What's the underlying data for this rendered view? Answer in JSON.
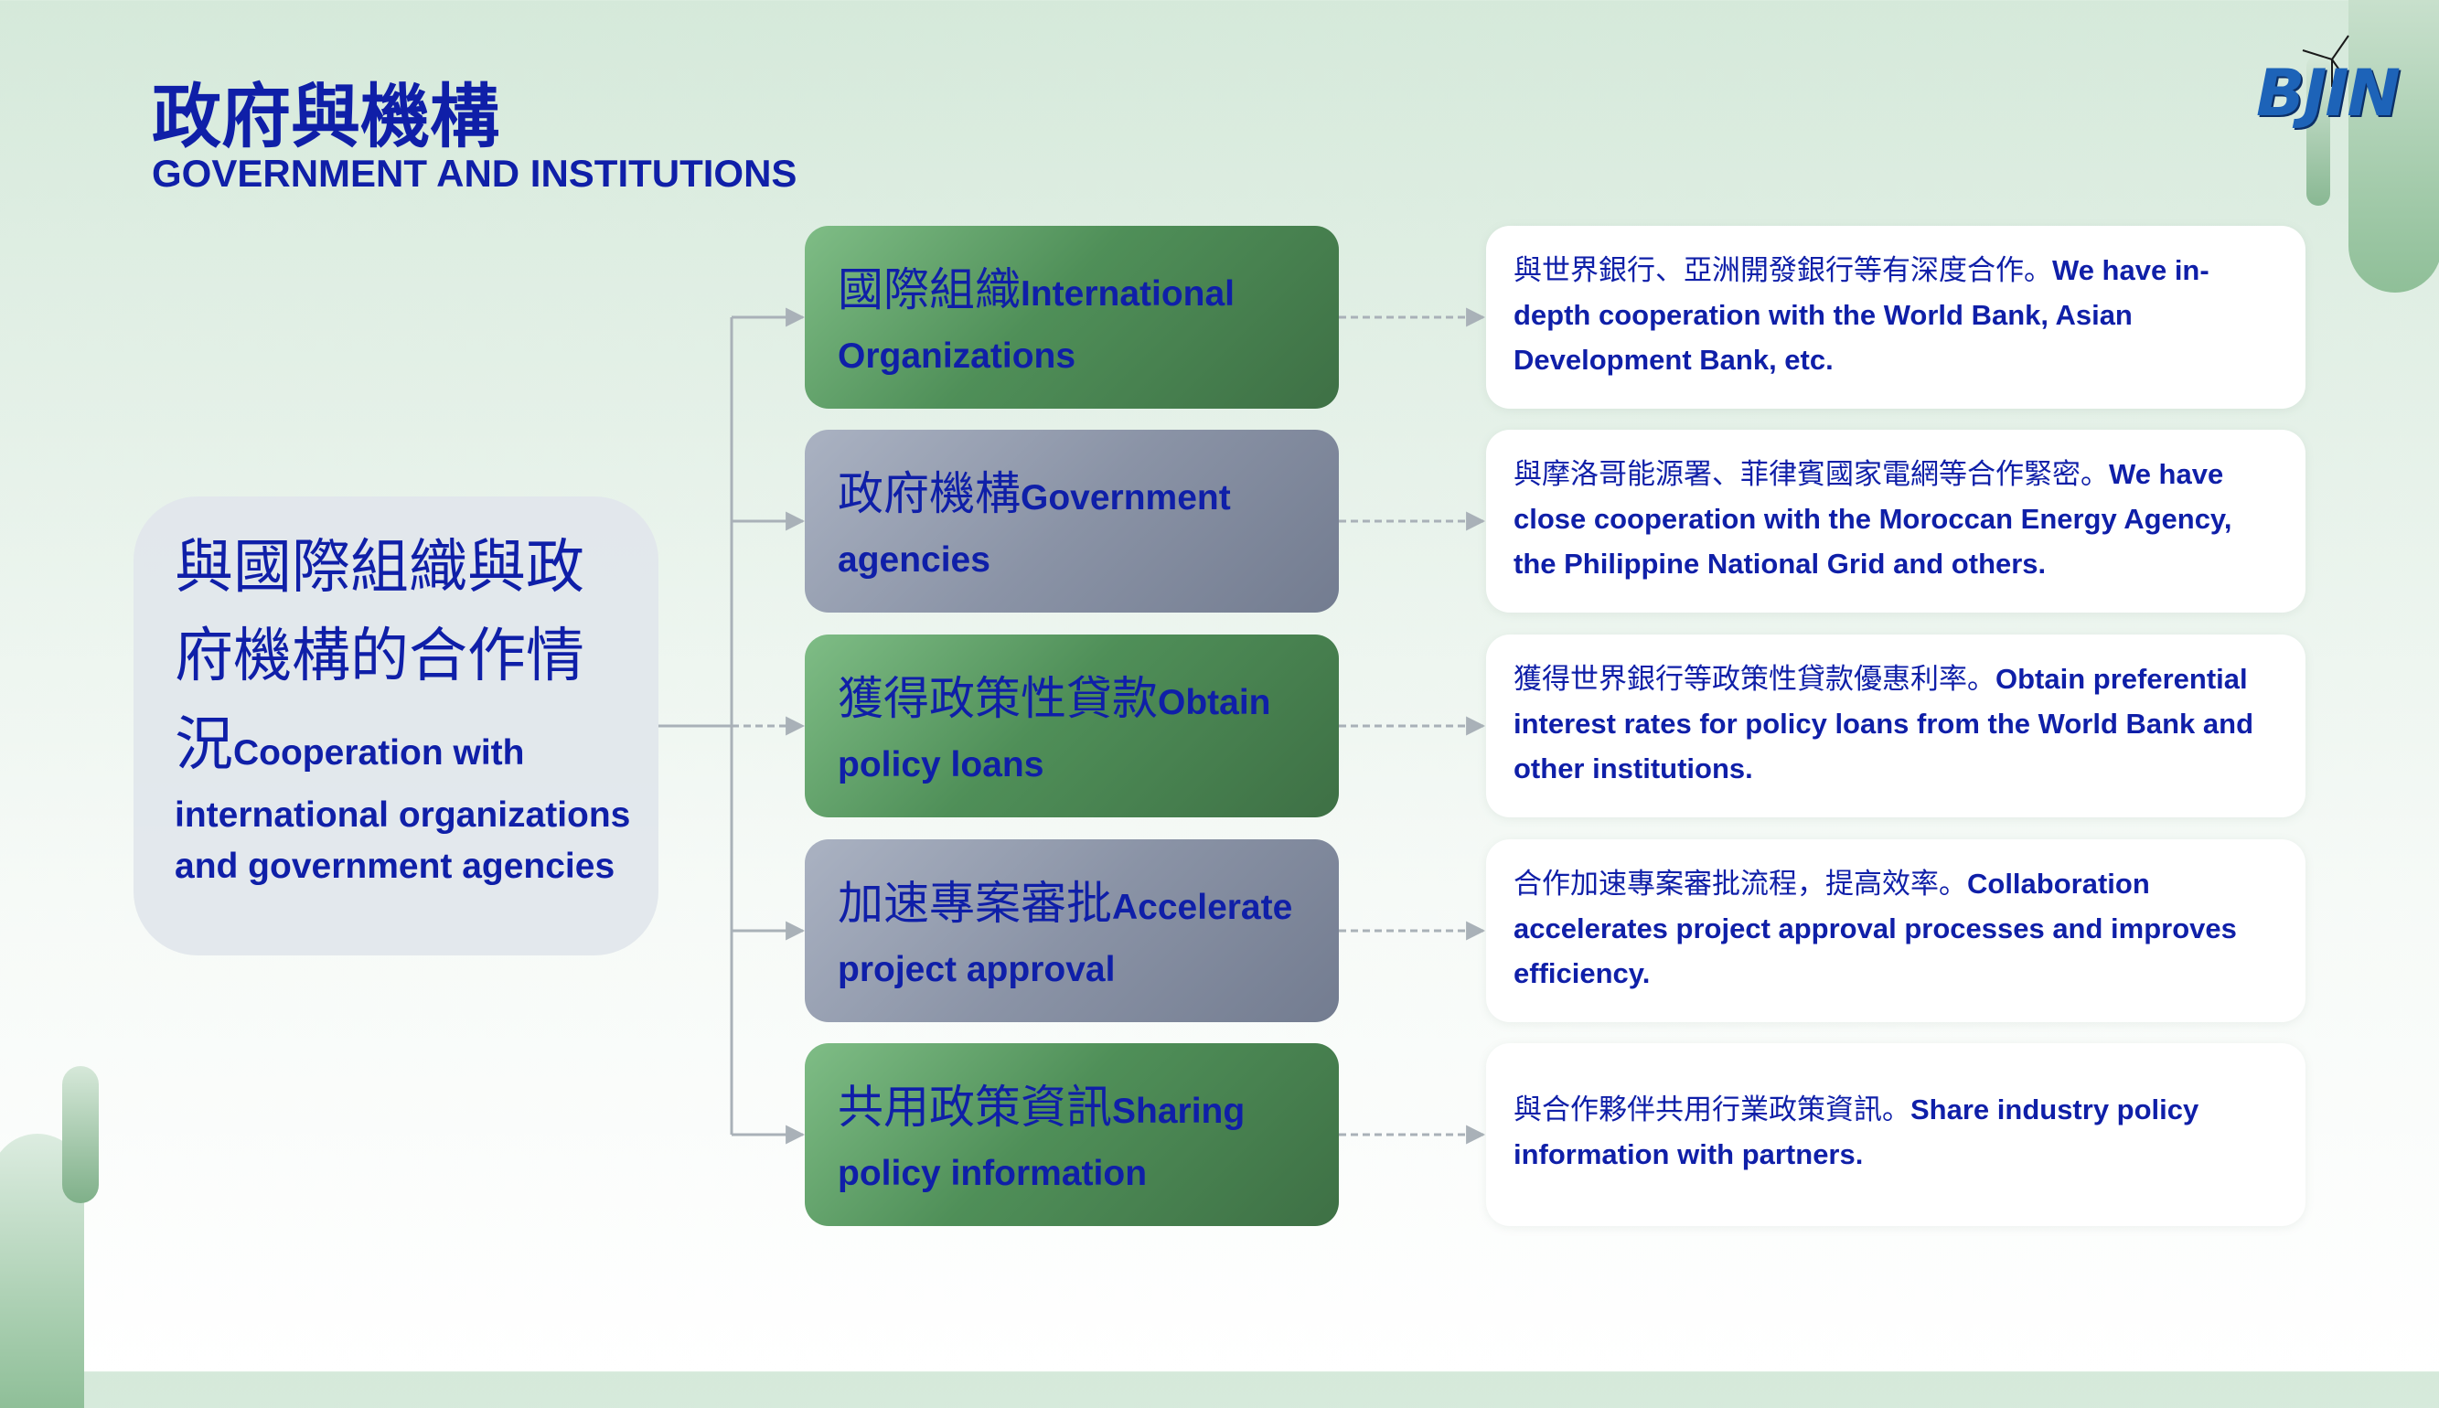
{
  "logo": {
    "text": "BJIN"
  },
  "title": {
    "zh": "政府與機構",
    "en": "GOVERNMENT AND INSTITUTIONS"
  },
  "center": {
    "zh": "與國際組織與政府機構的合作情況",
    "en": "Cooperation with international organizations and government agencies"
  },
  "items": [
    {
      "zh": "國際組織",
      "en": "International Organizations",
      "desc_zh": "與世界銀行、亞洲開發銀行等有深度合作。",
      "desc_en": "We have in-depth cooperation with the World Bank, Asian Development Bank, etc."
    },
    {
      "zh": "政府機構",
      "en": "Government agencies",
      "desc_zh": "與摩洛哥能源署、菲律賓國家電網等合作緊密。",
      "desc_en": "We have close cooperation with the Moroccan Energy Agency, the Philippine National Grid and others."
    },
    {
      "zh": "獲得政策性貸款",
      "en": "Obtain policy loans",
      "desc_zh": "獲得世界銀行等政策性貸款優惠利率。",
      "desc_en": "Obtain preferential interest rates for policy loans from the World Bank and other institutions."
    },
    {
      "zh": "加速專案審批",
      "en": "Accelerate project approval",
      "desc_zh": "合作加速專案審批流程，提高效率。",
      "desc_en": "Collaboration accelerates project approval processes and improves efficiency."
    },
    {
      "zh": "共用政策資訊",
      "en": "Sharing policy information",
      "desc_zh": "與合作夥伴共用行業政策資訊。",
      "desc_en": "Share industry policy information with partners."
    }
  ],
  "colors": {
    "text": "#0f1fa8",
    "green_box": "#4f8f58",
    "gray_box": "#8a93a6",
    "connector": "#a9b1b8"
  }
}
